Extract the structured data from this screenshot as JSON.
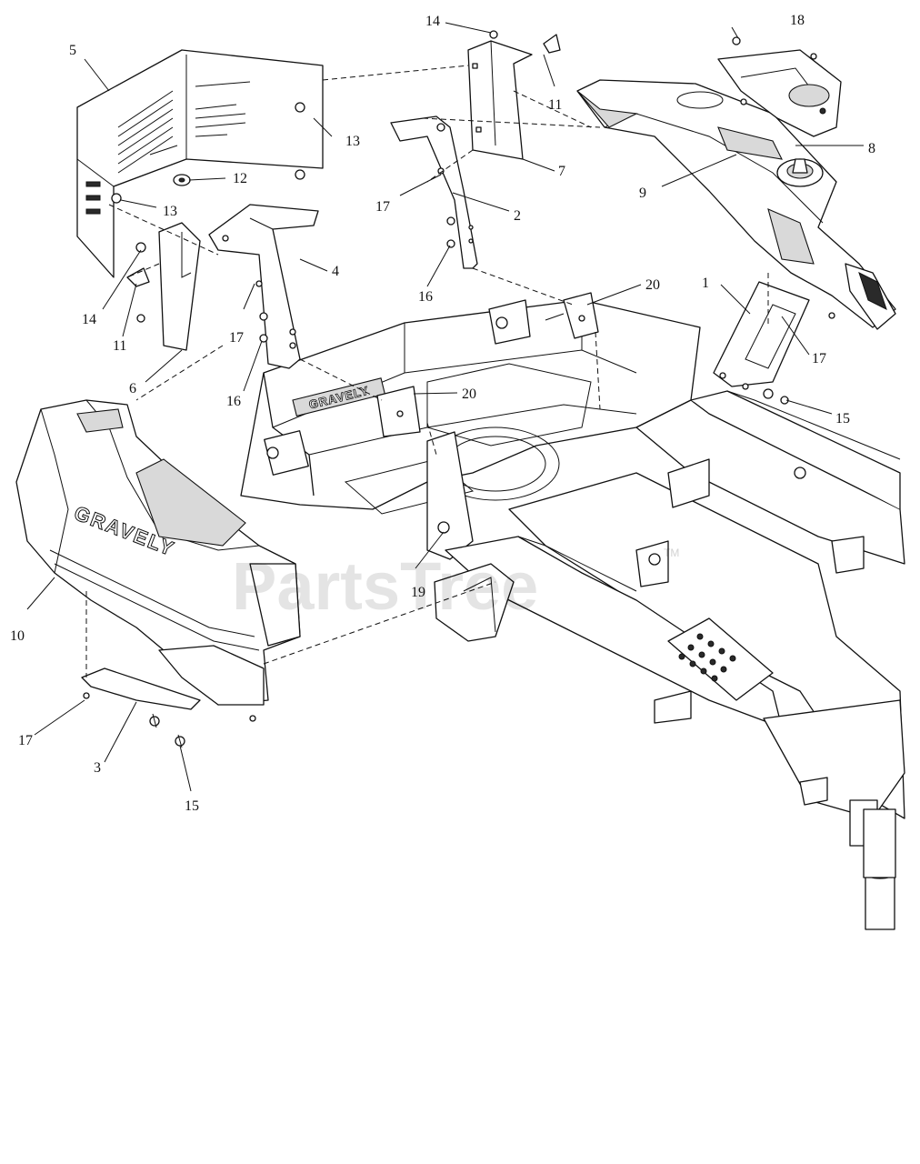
{
  "watermark": {
    "text": "PartsTree",
    "mark": "TM"
  },
  "brand_text": "GRAVELY",
  "callouts": {
    "c1": "1",
    "c2": "2",
    "c3": "3",
    "c4": "4",
    "c5": "5",
    "c6": "6",
    "c7": "7",
    "c8": "8",
    "c9": "9",
    "c10": "10",
    "c11a": "11",
    "c11b": "11",
    "c12": "12",
    "c13a": "13",
    "c13b": "13",
    "c14a": "14",
    "c14b": "14",
    "c15a": "15",
    "c15b": "15",
    "c16a": "16",
    "c16b": "16",
    "c17a": "17",
    "c17b": "17",
    "c17c": "17",
    "c17d": "17",
    "c18": "18",
    "c19": "19",
    "c20a": "20",
    "c20b": "20"
  }
}
